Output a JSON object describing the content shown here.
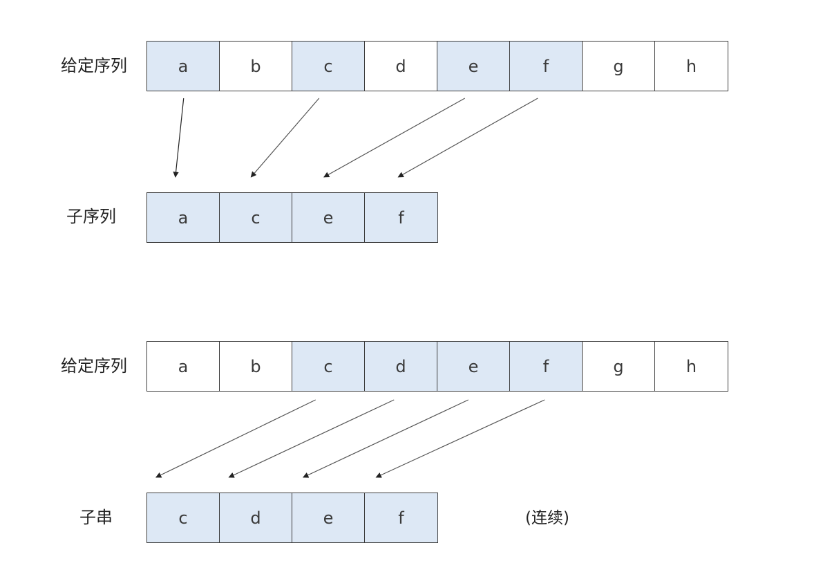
{
  "sections": [
    {
      "id": "subsequence",
      "given_label": "给定序列",
      "given_cells": [
        {
          "text": "a",
          "highlight": true
        },
        {
          "text": "b",
          "highlight": false
        },
        {
          "text": "c",
          "highlight": true
        },
        {
          "text": "d",
          "highlight": false
        },
        {
          "text": "e",
          "highlight": true
        },
        {
          "text": "f",
          "highlight": true
        },
        {
          "text": "g",
          "highlight": false
        },
        {
          "text": "h",
          "highlight": false
        }
      ],
      "result_label": "子序列",
      "result_cells": [
        {
          "text": "a",
          "highlight": true
        },
        {
          "text": "c",
          "highlight": true
        },
        {
          "text": "e",
          "highlight": true
        },
        {
          "text": "f",
          "highlight": true
        }
      ],
      "mapping": [
        [
          0,
          0
        ],
        [
          2,
          1
        ],
        [
          4,
          2
        ],
        [
          5,
          3
        ]
      ],
      "note": ""
    },
    {
      "id": "substring",
      "given_label": "给定序列",
      "given_cells": [
        {
          "text": "a",
          "highlight": false
        },
        {
          "text": "b",
          "highlight": false
        },
        {
          "text": "c",
          "highlight": true
        },
        {
          "text": "d",
          "highlight": true
        },
        {
          "text": "e",
          "highlight": true
        },
        {
          "text": "f",
          "highlight": true
        },
        {
          "text": "g",
          "highlight": false
        },
        {
          "text": "h",
          "highlight": false
        }
      ],
      "result_label": "子串",
      "result_cells": [
        {
          "text": "c",
          "highlight": true
        },
        {
          "text": "d",
          "highlight": true
        },
        {
          "text": "e",
          "highlight": true
        },
        {
          "text": "f",
          "highlight": true
        }
      ],
      "mapping": [
        [
          2,
          0
        ],
        [
          3,
          1
        ],
        [
          4,
          2
        ],
        [
          5,
          3
        ]
      ],
      "note": "(连续)"
    }
  ],
  "colors": {
    "highlight": "#dde8f5",
    "border": "#3a3a3a",
    "arrow_dark": "#222222",
    "arrow_light": "#555555"
  }
}
